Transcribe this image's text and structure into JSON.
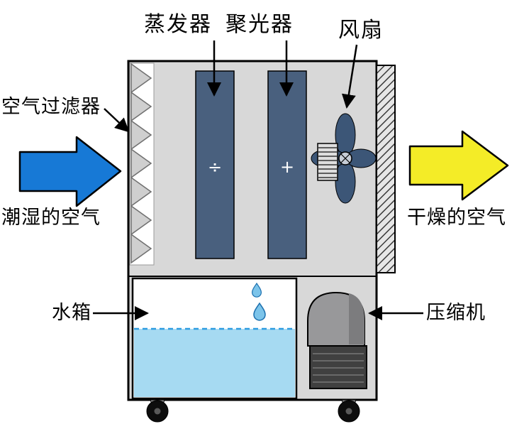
{
  "labels": {
    "evaporator": "蒸发器",
    "condenser": "聚光器",
    "fan": "风扇",
    "air_filter": "空气过滤器",
    "humid_air": "潮湿的空气",
    "dry_air": "干燥的空气",
    "water_tank": "水箱",
    "compressor": "压缩机"
  },
  "panel_symbols": {
    "evaporator": "÷",
    "condenser": "+"
  },
  "colors": {
    "machine_body": "#d8d8d8",
    "heat_exchanger_panel": "#49607e",
    "fan_blade": "#3c5677",
    "humid_air_arrow": "#1779d6",
    "dry_air_arrow": "#f4ec27",
    "water": "#a6daf2",
    "water_surface_line": "#2d9ce0",
    "compressor_dome": "#98989a",
    "compressor_base": "#404040"
  }
}
